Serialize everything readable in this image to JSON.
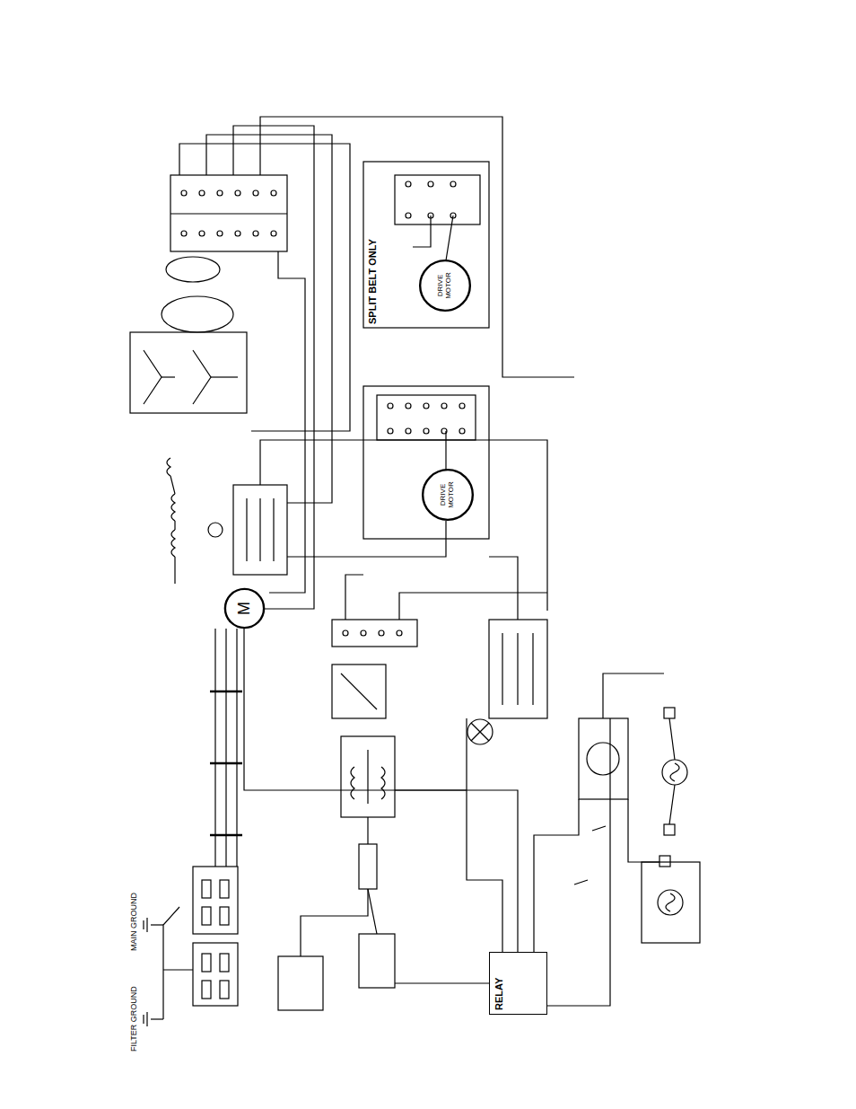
{
  "diagram": {
    "nodes": [
      {
        "text": [
          "SPLIT BELT ONLY"
        ]
      },
      {
        "text": [
          "DRIVE MOTOR"
        ],
        "in": 0
      },
      {
        "text": [
          "DRIVE MOTOR"
        ]
      },
      {
        "text": [
          "RELAY"
        ]
      },
      {
        "text": [
          "M"
        ]
      }
    ],
    "edges": [
      {
        "from": 3,
        "to": 4,
        "arrow": "none"
      },
      {
        "from": 2,
        "to": 4,
        "arrow": "none"
      }
    ],
    "labels": [
      "MAIN GROUND",
      "FILTER GROUND"
    ]
  }
}
